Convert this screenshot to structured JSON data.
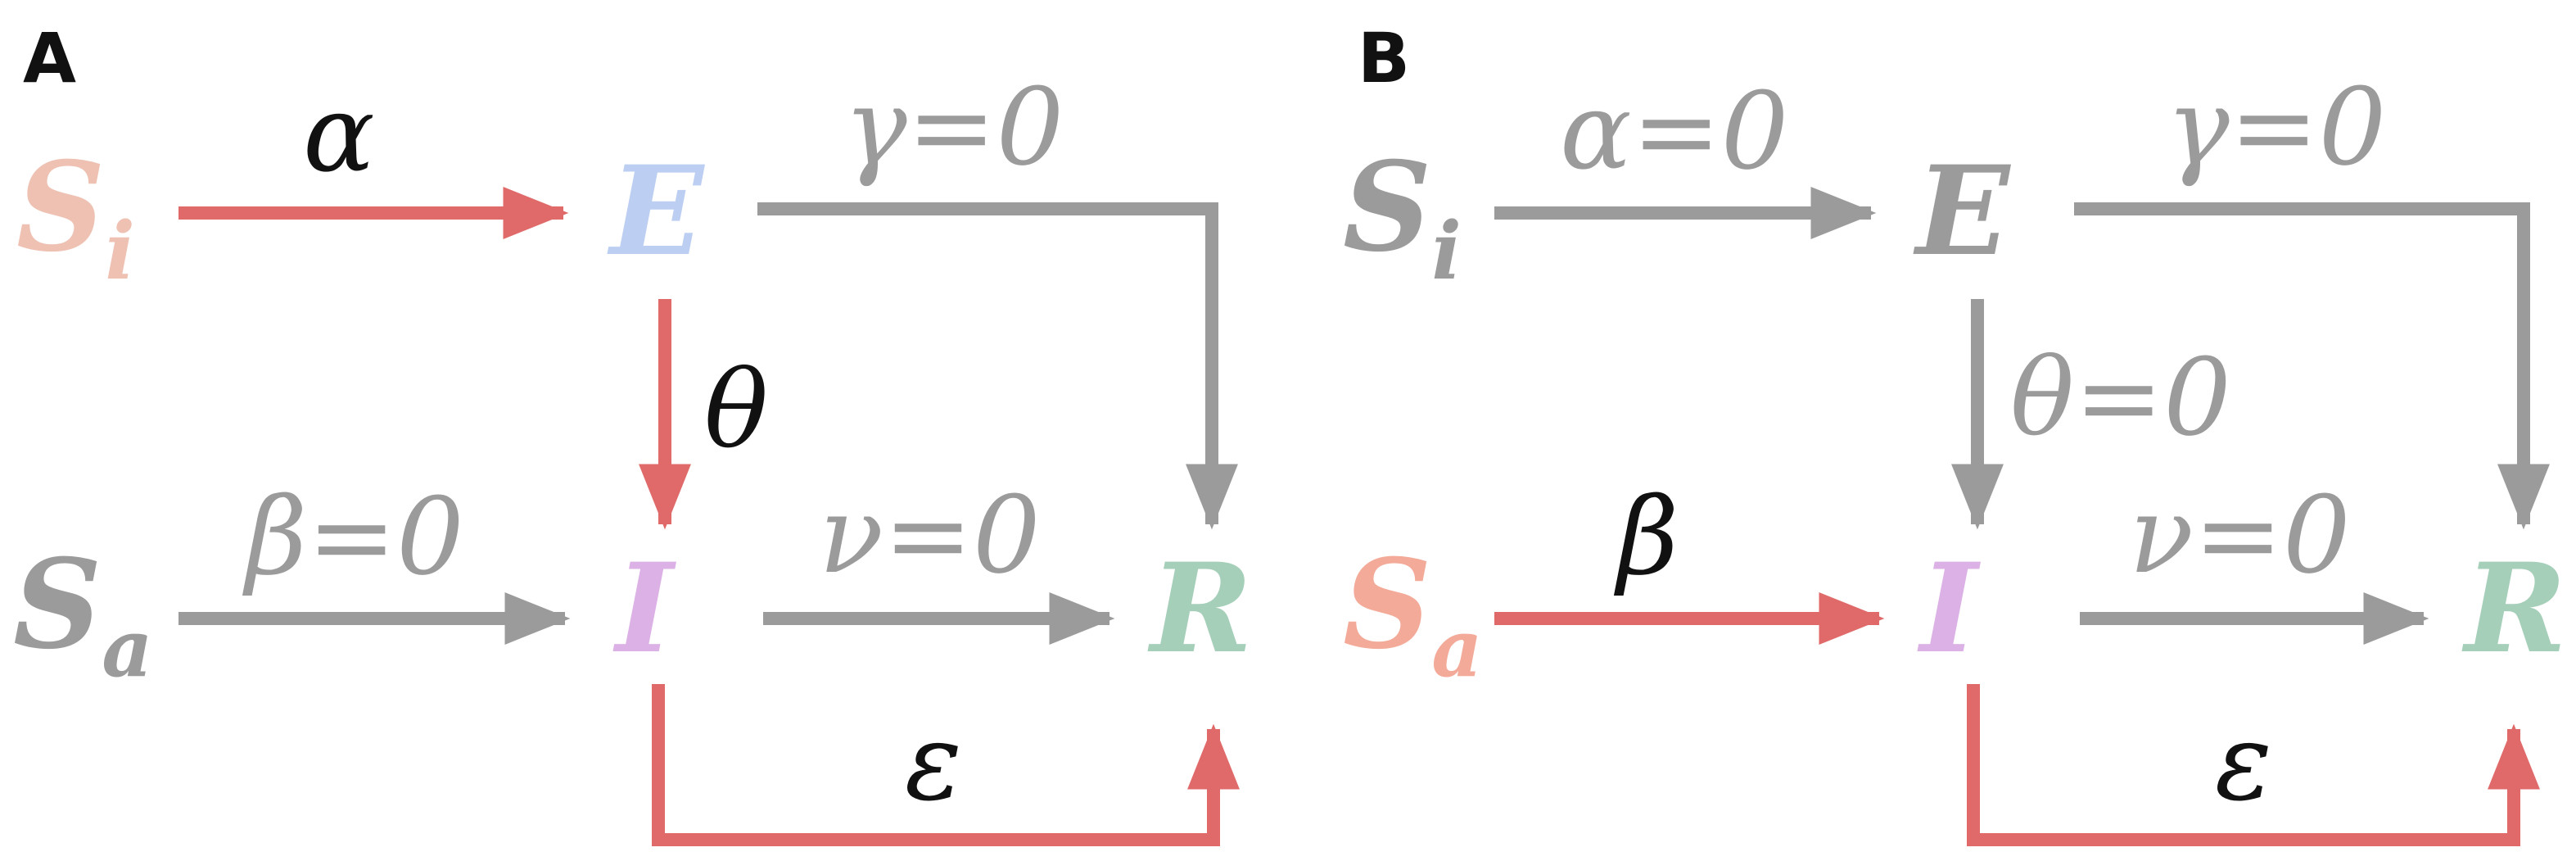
{
  "colors": {
    "gray": "#9b9b9b",
    "red": "#e06a6a",
    "label_black": "#111111",
    "si_pink": "#eec1b2",
    "sa_pink": "#f3aa98",
    "e_blue": "#bccff2",
    "i_purple": "#dcb2e6",
    "r_green": "#a5cfb9"
  },
  "panels": [
    {
      "id": "A",
      "label": "A",
      "nodes": {
        "Si": {
          "main": "S",
          "sub": "i",
          "color": "#eec1b2"
        },
        "Sa": {
          "main": "S",
          "sub": "a",
          "color": "#9b9b9b"
        },
        "E": {
          "text": "E",
          "color": "#bccff2"
        },
        "I": {
          "text": "I",
          "color": "#dcb2e6"
        },
        "R": {
          "text": "R",
          "color": "#a5cfb9"
        }
      },
      "edges": [
        {
          "from": "Si",
          "to": "E",
          "label": "α",
          "active": true
        },
        {
          "from": "E",
          "to": "R",
          "label": "γ=0",
          "active": false
        },
        {
          "from": "E",
          "to": "I",
          "label": "θ",
          "active": true
        },
        {
          "from": "Sa",
          "to": "I",
          "label": "β=0",
          "active": false
        },
        {
          "from": "I",
          "to": "R",
          "label": "ν=0",
          "active": false
        },
        {
          "from": "I",
          "to": "R",
          "label": "ε",
          "active": true
        }
      ]
    },
    {
      "id": "B",
      "label": "B",
      "nodes": {
        "Si": {
          "main": "S",
          "sub": "i",
          "color": "#9b9b9b"
        },
        "Sa": {
          "main": "S",
          "sub": "a",
          "color": "#f3aa98"
        },
        "E": {
          "text": "E",
          "color": "#9b9b9b"
        },
        "I": {
          "text": "I",
          "color": "#dcb2e6"
        },
        "R": {
          "text": "R",
          "color": "#a5cfb9"
        }
      },
      "edges": [
        {
          "from": "Si",
          "to": "E",
          "label": "α=0",
          "active": false
        },
        {
          "from": "E",
          "to": "R",
          "label": "γ=0",
          "active": false
        },
        {
          "from": "E",
          "to": "I",
          "label": "θ=0",
          "active": false
        },
        {
          "from": "Sa",
          "to": "I",
          "label": "β",
          "active": true
        },
        {
          "from": "I",
          "to": "R",
          "label": "ν=0",
          "active": false
        },
        {
          "from": "I",
          "to": "R",
          "label": "ε",
          "active": true
        }
      ]
    }
  ]
}
